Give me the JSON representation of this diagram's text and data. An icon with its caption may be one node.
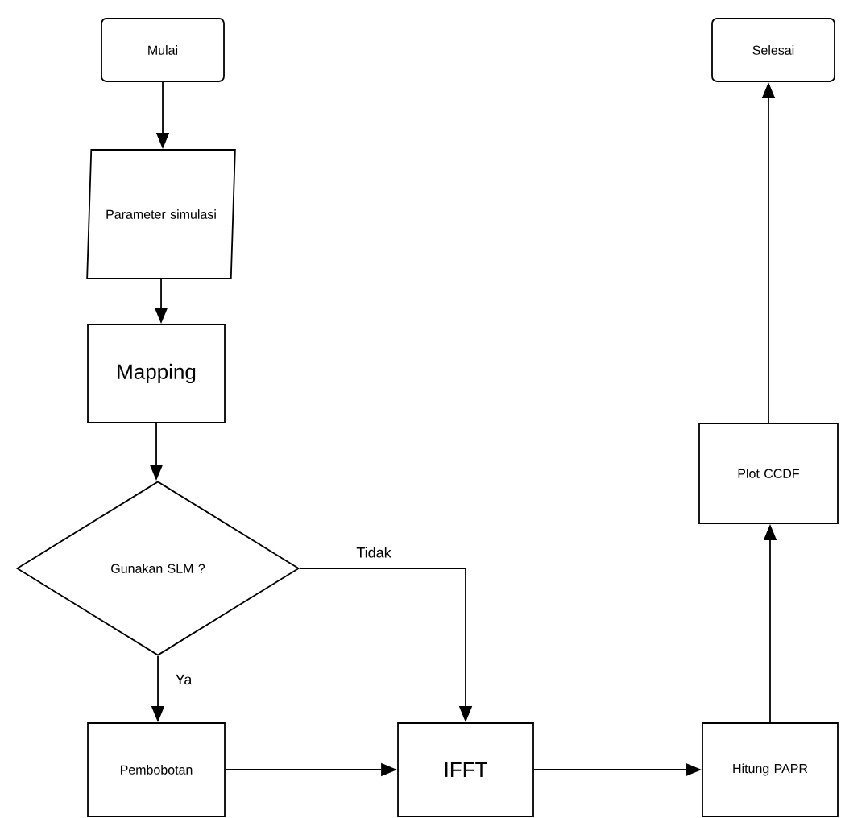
{
  "diagram": {
    "nodes": [
      {
        "text": [
          "Mulai"
        ]
      },
      {
        "text": [
          "Parameter simulasi"
        ]
      },
      {
        "text": [
          "Mapping"
        ]
      },
      {
        "text": [
          "Gunakan SLM ?"
        ]
      },
      {
        "text": [
          "Pembobotan"
        ]
      },
      {
        "text": [
          "IFFT"
        ]
      },
      {
        "text": [
          "Hitung PAPR"
        ]
      },
      {
        "text": [
          "Plot CCDF"
        ]
      },
      {
        "text": [
          "Selesai"
        ]
      }
    ],
    "edges": [
      {
        "from": 0,
        "to": 1,
        "arrow": "to"
      },
      {
        "from": 1,
        "to": 2,
        "arrow": "to"
      },
      {
        "from": 2,
        "to": 3,
        "arrow": "to"
      },
      {
        "from": 3,
        "to": 4,
        "arrow": "to",
        "label": "Ya"
      },
      {
        "from": 3,
        "to": 5,
        "arrow": "to",
        "label": "Tidak"
      },
      {
        "from": 4,
        "to": 5,
        "arrow": "to"
      },
      {
        "from": 5,
        "to": 6,
        "arrow": "to"
      },
      {
        "from": 6,
        "to": 7,
        "arrow": "to"
      },
      {
        "from": 7,
        "to": 8,
        "arrow": "to"
      }
    ]
  }
}
